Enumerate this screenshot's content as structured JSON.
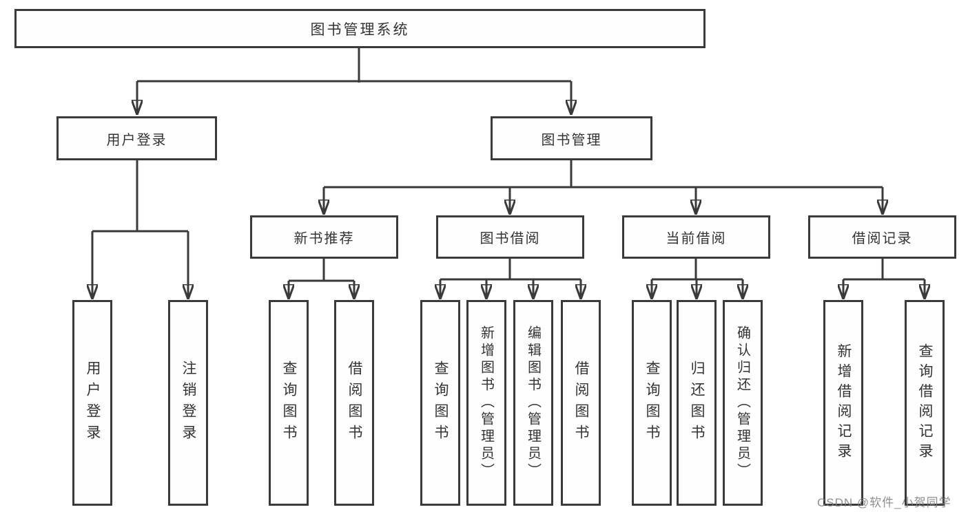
{
  "tree": {
    "root": {
      "label": "图书管理系统"
    },
    "level1": [
      {
        "label": "用户登录"
      },
      {
        "label": "图书管理"
      }
    ],
    "level2": [
      {
        "label": "新书推荐"
      },
      {
        "label": "图书借阅"
      },
      {
        "label": "当前借阅"
      },
      {
        "label": "借阅记录"
      }
    ],
    "level3": {
      "user_login": [
        {
          "label": "用户登录"
        },
        {
          "label": "注销登录"
        }
      ],
      "new_book": [
        {
          "label": "查询图书"
        },
        {
          "label": "借阅图书"
        }
      ],
      "book_borrow": [
        {
          "label": "查询图书"
        },
        {
          "label": "新增图书（管理员）"
        },
        {
          "label": "编辑图书（管理员）"
        },
        {
          "label": "借阅图书"
        }
      ],
      "current_borrow": [
        {
          "label": "查询图书"
        },
        {
          "label": "归还图书"
        },
        {
          "label": "确认归还（管理员）"
        }
      ],
      "borrow_record": [
        {
          "label": "新增借阅记录"
        },
        {
          "label": "查询借阅记录"
        }
      ]
    }
  },
  "watermark": {
    "text": "CSDN @软件_小贺同学"
  },
  "colors": {
    "line": "#3a3a3a",
    "text": "#333333",
    "background": "#ffffff",
    "watermark": "#808080"
  }
}
